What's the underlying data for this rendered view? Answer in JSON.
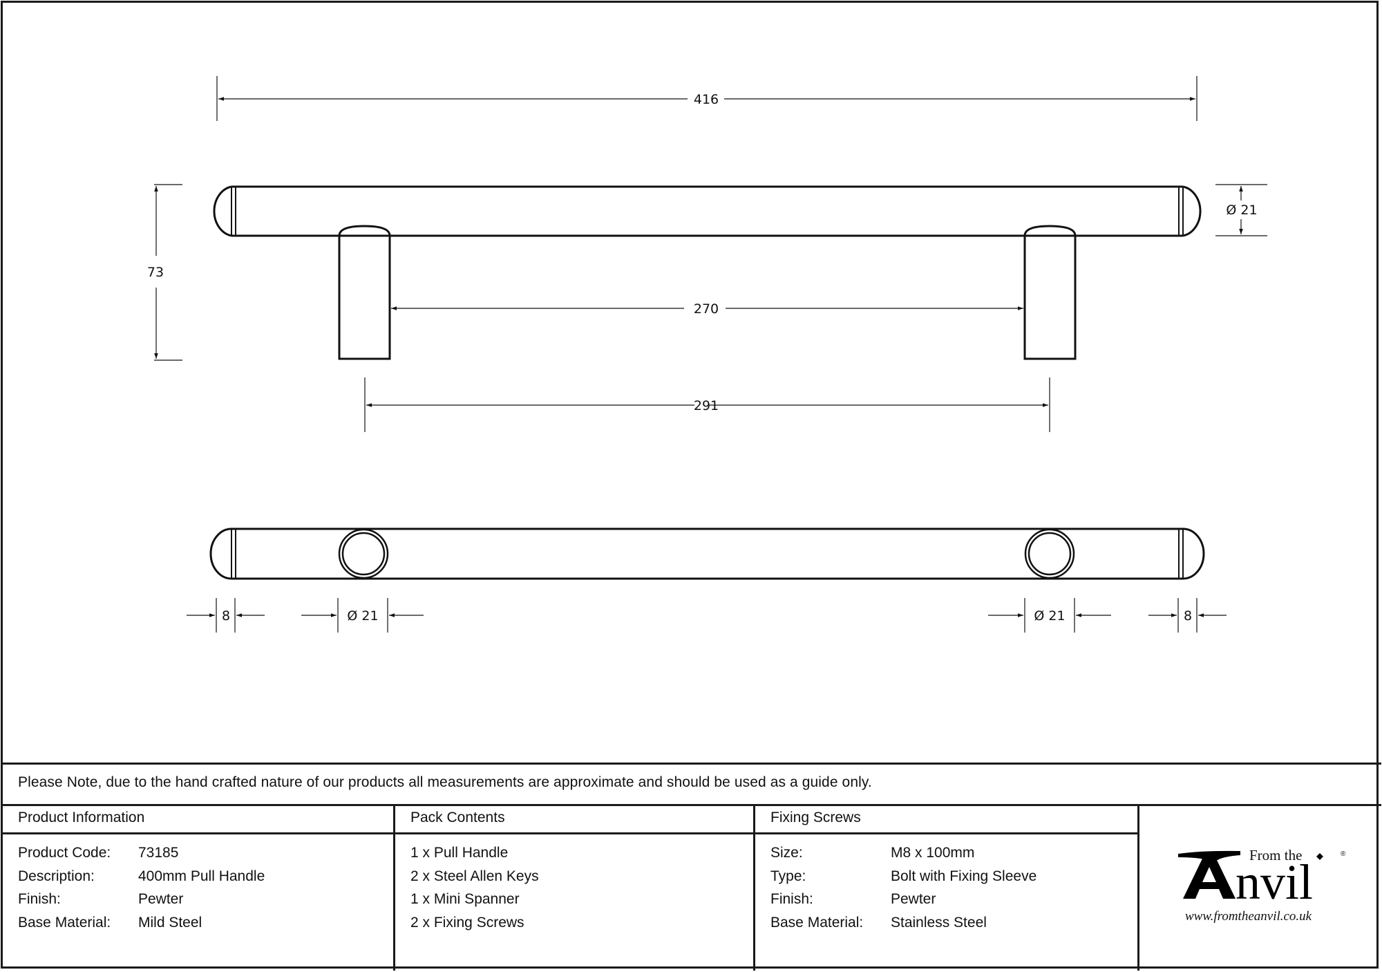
{
  "drawing": {
    "dimensions": {
      "overall_length": "416",
      "height": "73",
      "bar_diameter": "Ø 21",
      "inner_gap": "270",
      "centres": "291",
      "end_cap_left": "8",
      "post_diameter_left": "Ø 21",
      "post_diameter_right": "Ø 21",
      "end_cap_right": "8"
    }
  },
  "note": "Please Note, due to the hand crafted nature of our products all measurements are approximate and should be used as a guide only.",
  "product_information": {
    "heading": "Product Information",
    "rows": [
      {
        "label": "Product Code:",
        "value": "73185"
      },
      {
        "label": "Description:",
        "value": "400mm Pull Handle"
      },
      {
        "label": "Finish:",
        "value": "Pewter"
      },
      {
        "label": "Base Material:",
        "value": "Mild Steel"
      }
    ]
  },
  "pack_contents": {
    "heading": "Pack Contents",
    "items": [
      "1 x Pull Handle",
      "2 x Steel Allen Keys",
      "1 x Mini Spanner",
      "2 x Fixing Screws"
    ]
  },
  "fixing_screws": {
    "heading": "Fixing Screws",
    "rows": [
      {
        "label": "Size:",
        "value": "M8 x 100mm"
      },
      {
        "label": "Type:",
        "value": "Bolt with Fixing Sleeve"
      },
      {
        "label": "Finish:",
        "value": "Pewter"
      },
      {
        "label": "Base Material:",
        "value": "Stainless Steel"
      }
    ]
  },
  "logo": {
    "small_text": "From the",
    "big_text": "nvil",
    "big_initial": "A",
    "registered": "®",
    "url": "www.fromtheanvil.co.uk"
  }
}
